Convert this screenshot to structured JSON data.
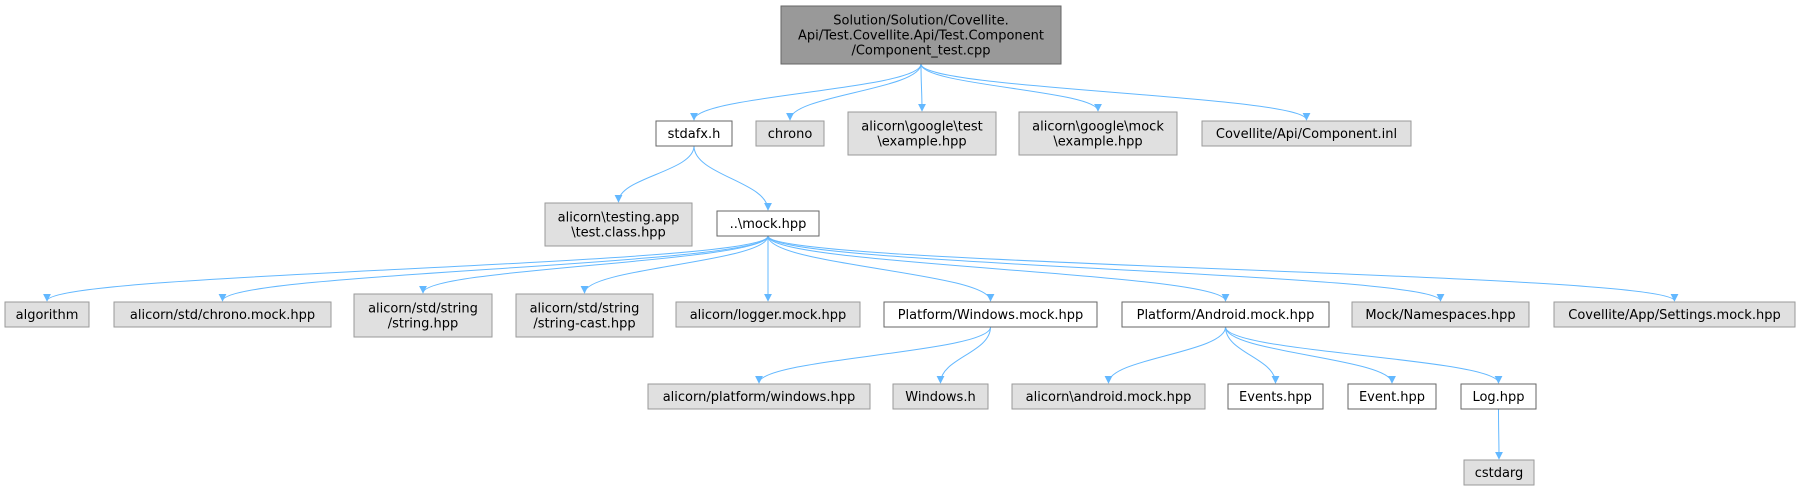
{
  "colors": {
    "edge": "#63b8ff",
    "root_fill": "#999999",
    "root_stroke": "#666666",
    "file_fill": "#ffffff",
    "file_stroke": "#666666",
    "external_fill": "#e0e0e0",
    "external_stroke": "#999999"
  },
  "nodes": [
    {
      "id": "root",
      "kind": "root",
      "lines": [
        "Solution/Solution/Covellite.",
        "Api/Test.Covellite.Api/Test.Component",
        "/Component_test.cpp"
      ]
    },
    {
      "id": "stdafx",
      "kind": "file",
      "lines": [
        "stdafx.h"
      ]
    },
    {
      "id": "chrono",
      "kind": "external",
      "lines": [
        "chrono"
      ]
    },
    {
      "id": "gtest",
      "kind": "external",
      "lines": [
        "alicorn\\google\\test",
        "\\example.hpp"
      ]
    },
    {
      "id": "gmock",
      "kind": "external",
      "lines": [
        "alicorn\\google\\mock",
        "\\example.hpp"
      ]
    },
    {
      "id": "compinl",
      "kind": "external",
      "lines": [
        "Covellite/Api/Component.inl"
      ]
    },
    {
      "id": "testapp",
      "kind": "external",
      "lines": [
        "alicorn\\testing.app",
        "\\test.class.hpp"
      ]
    },
    {
      "id": "mockhpp",
      "kind": "file",
      "lines": [
        "..\\mock.hpp"
      ]
    },
    {
      "id": "algorithm",
      "kind": "external",
      "lines": [
        "algorithm"
      ]
    },
    {
      "id": "chronomock",
      "kind": "external",
      "lines": [
        "alicorn/std/chrono.mock.hpp"
      ]
    },
    {
      "id": "stringhpp",
      "kind": "external",
      "lines": [
        "alicorn/std/string",
        "/string.hpp"
      ]
    },
    {
      "id": "stringcast",
      "kind": "external",
      "lines": [
        "alicorn/std/string",
        "/string-cast.hpp"
      ]
    },
    {
      "id": "loggermock",
      "kind": "external",
      "lines": [
        "alicorn/logger.mock.hpp"
      ]
    },
    {
      "id": "winmock",
      "kind": "file",
      "lines": [
        "Platform/Windows.mock.hpp"
      ]
    },
    {
      "id": "andmock",
      "kind": "file",
      "lines": [
        "Platform/Android.mock.hpp"
      ]
    },
    {
      "id": "namespaces",
      "kind": "external",
      "lines": [
        "Mock/Namespaces.hpp"
      ]
    },
    {
      "id": "settingsmock",
      "kind": "external",
      "lines": [
        "Covellite/App/Settings.mock.hpp"
      ]
    },
    {
      "id": "platwin",
      "kind": "external",
      "lines": [
        "alicorn/platform/windows.hpp"
      ]
    },
    {
      "id": "windowsh",
      "kind": "external",
      "lines": [
        "Windows.h"
      ]
    },
    {
      "id": "alicandroid",
      "kind": "external",
      "lines": [
        "alicorn\\android.mock.hpp"
      ]
    },
    {
      "id": "eventshpp",
      "kind": "file",
      "lines": [
        "Events.hpp"
      ]
    },
    {
      "id": "eventhpp",
      "kind": "file",
      "lines": [
        "Event.hpp"
      ]
    },
    {
      "id": "loghpp",
      "kind": "file",
      "lines": [
        "Log.hpp"
      ]
    },
    {
      "id": "cstdarg",
      "kind": "external",
      "lines": [
        "cstdarg"
      ]
    }
  ],
  "edges": [
    [
      "root",
      "stdafx"
    ],
    [
      "root",
      "chrono"
    ],
    [
      "root",
      "gtest"
    ],
    [
      "root",
      "gmock"
    ],
    [
      "root",
      "compinl"
    ],
    [
      "stdafx",
      "testapp"
    ],
    [
      "stdafx",
      "mockhpp"
    ],
    [
      "mockhpp",
      "algorithm"
    ],
    [
      "mockhpp",
      "chronomock"
    ],
    [
      "mockhpp",
      "stringhpp"
    ],
    [
      "mockhpp",
      "stringcast"
    ],
    [
      "mockhpp",
      "loggermock"
    ],
    [
      "mockhpp",
      "winmock"
    ],
    [
      "mockhpp",
      "andmock"
    ],
    [
      "mockhpp",
      "namespaces"
    ],
    [
      "mockhpp",
      "settingsmock"
    ],
    [
      "winmock",
      "platwin"
    ],
    [
      "winmock",
      "windowsh"
    ],
    [
      "andmock",
      "alicandroid"
    ],
    [
      "andmock",
      "eventshpp"
    ],
    [
      "andmock",
      "eventhpp"
    ],
    [
      "andmock",
      "loghpp"
    ],
    [
      "loghpp",
      "cstdarg"
    ]
  ]
}
